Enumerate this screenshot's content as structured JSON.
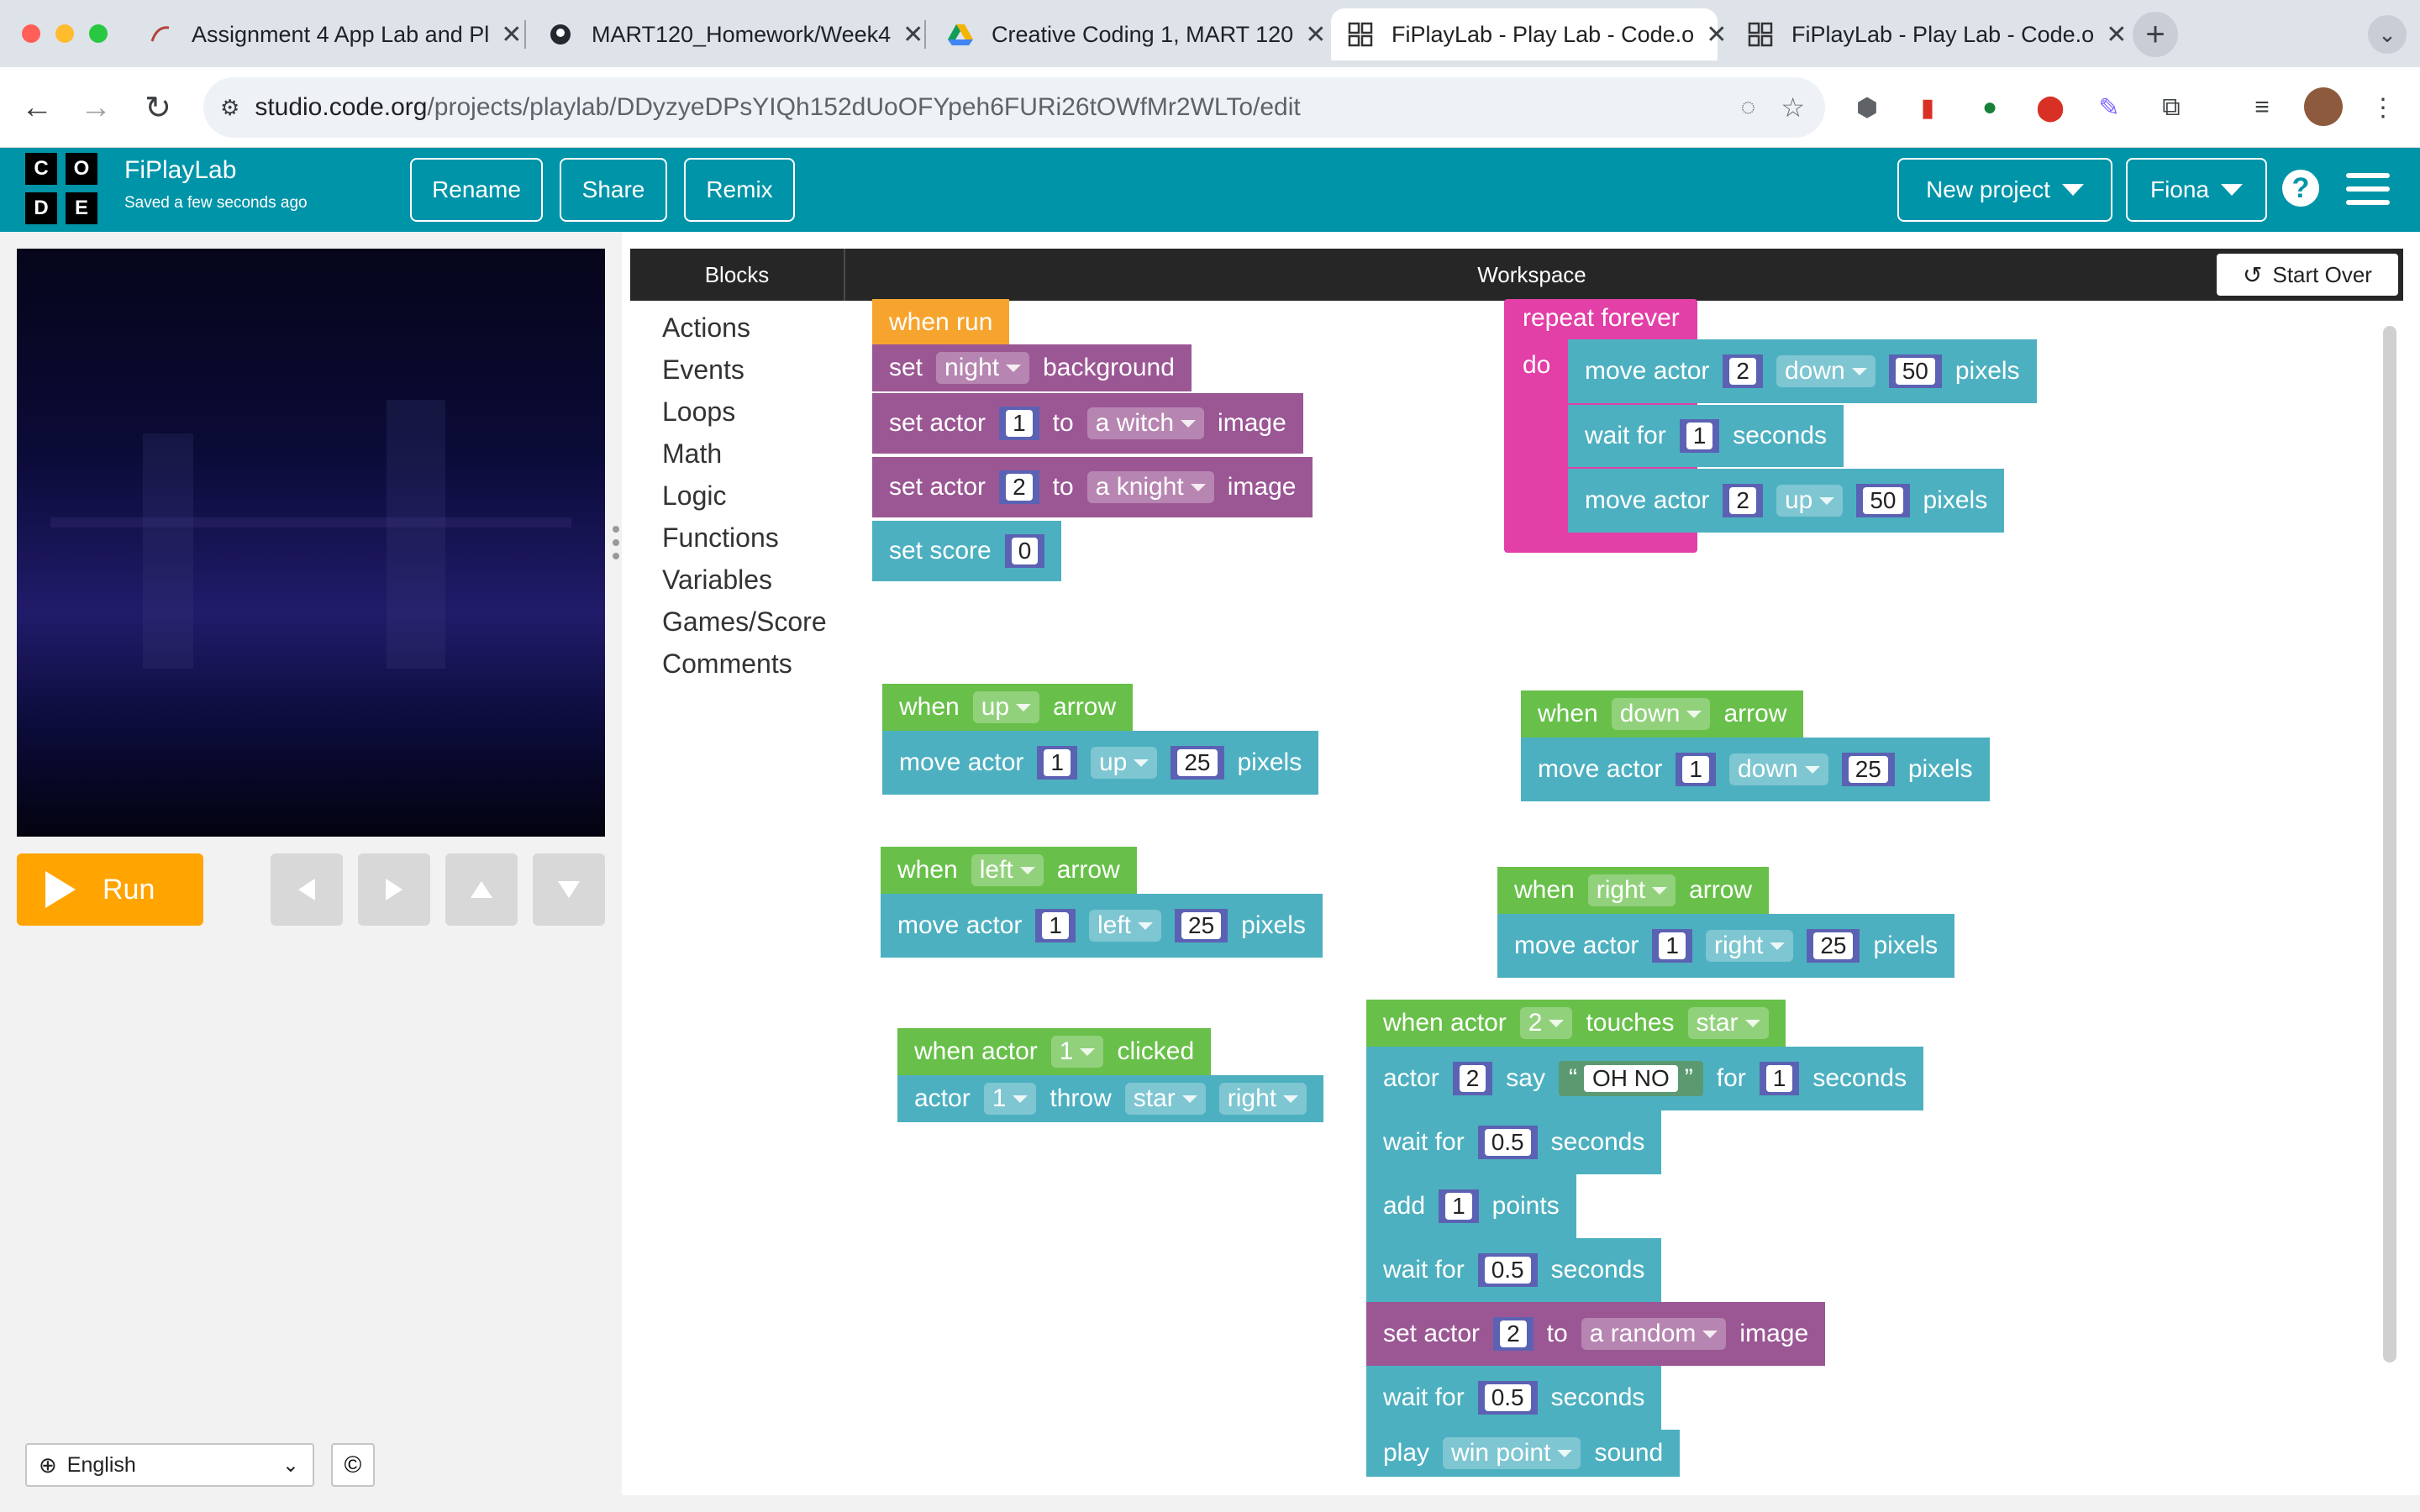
{
  "browser": {
    "tabs": [
      {
        "title": "Assignment 4 App Lab and Pl",
        "icon": "canvas-icon"
      },
      {
        "title": "MART120_Homework/Week4",
        "icon": "github-icon"
      },
      {
        "title": "Creative Coding 1, MART 120",
        "icon": "drive-icon"
      },
      {
        "title": "FiPlayLab - Play Lab - Code.o",
        "icon": "codeorg-icon",
        "active": true
      },
      {
        "title": "FiPlayLab - Play Lab - Code.o",
        "icon": "codeorg-icon"
      }
    ],
    "url_host": "studio.code.org",
    "url_path": "/projects/playlab/DDyzyeDPsYIQh152dUoOFYpeh6FURi26tOWfMr2WLTo/edit"
  },
  "header": {
    "logo_letters": [
      "C",
      "O",
      "D",
      "E"
    ],
    "project_name": "FiPlayLab",
    "saved_status": "Saved a few seconds ago",
    "rename_label": "Rename",
    "share_label": "Share",
    "remix_label": "Remix",
    "new_project_label": "New project",
    "user_label": "Fiona",
    "help_label": "?"
  },
  "controls": {
    "run_label": "Run",
    "language": "English",
    "copyright_symbol": "©"
  },
  "editor": {
    "blocks_tab": "Blocks",
    "workspace_tab": "Workspace",
    "start_over_label": "Start Over",
    "categories": [
      "Actions",
      "Events",
      "Loops",
      "Math",
      "Logic",
      "Functions",
      "Variables",
      "Games/Score",
      "Comments"
    ]
  },
  "blocks": {
    "run_group": {
      "when_run": "when run",
      "set_bg": {
        "pre": "set",
        "dd": "night",
        "post": "background"
      },
      "set_actor1": {
        "pre": "set actor",
        "num": "1",
        "mid": "to",
        "dd": "a witch",
        "post": "image"
      },
      "set_actor2": {
        "pre": "set actor",
        "num": "2",
        "mid": "to",
        "dd": "a knight",
        "post": "image"
      },
      "set_score": {
        "pre": "set score",
        "num": "0"
      }
    },
    "forever_group": {
      "repeat": "repeat forever",
      "do": "do",
      "move1": {
        "pre": "move actor",
        "num": "2",
        "dd": "down",
        "dist": "50",
        "post": "pixels"
      },
      "wait": {
        "pre": "wait for",
        "num": "1",
        "post": "seconds"
      },
      "move2": {
        "pre": "move actor",
        "num": "2",
        "dd": "up",
        "dist": "50",
        "post": "pixels"
      }
    },
    "up_group": {
      "when": "when",
      "dd": "up",
      "post": "arrow",
      "move": {
        "pre": "move actor",
        "num": "1",
        "dd": "up",
        "dist": "25",
        "post": "pixels"
      }
    },
    "down_group": {
      "when": "when",
      "dd": "down",
      "post": "arrow",
      "move": {
        "pre": "move actor",
        "num": "1",
        "dd": "down",
        "dist": "25",
        "post": "pixels"
      }
    },
    "left_group": {
      "when": "when",
      "dd": "left",
      "post": "arrow",
      "move": {
        "pre": "move actor",
        "num": "1",
        "dd": "left",
        "dist": "25",
        "post": "pixels"
      }
    },
    "right_group": {
      "when": "when",
      "dd": "right",
      "post": "arrow",
      "move": {
        "pre": "move actor",
        "num": "1",
        "dd": "right",
        "dist": "25",
        "post": "pixels"
      }
    },
    "clicked_group": {
      "pre": "when actor",
      "dd": "1",
      "post": "clicked",
      "throw": {
        "pre": "actor",
        "dd_actor": "1",
        "mid": "throw",
        "dd_item": "star",
        "dd_dir": "right"
      }
    },
    "touch_group": {
      "head": {
        "pre": "when actor",
        "dd": "2",
        "mid": "touches",
        "dd2": "star"
      },
      "say": {
        "pre": "actor",
        "num": "2",
        "mid": "say",
        "open_quote": "“",
        "text": "OH NO",
        "close_quote": "”",
        "for": "for",
        "secs": "1",
        "post": "seconds"
      },
      "wait1": {
        "pre": "wait for",
        "num": "0.5",
        "post": "seconds"
      },
      "add": {
        "pre": "add",
        "num": "1",
        "post": "points"
      },
      "wait2": {
        "pre": "wait for",
        "num": "0.5",
        "post": "seconds"
      },
      "set_actor": {
        "pre": "set actor",
        "num": "2",
        "mid": "to",
        "dd": "a random",
        "post": "image"
      },
      "wait3": {
        "pre": "wait for",
        "num": "0.5",
        "post": "seconds"
      },
      "play": {
        "pre": "play",
        "dd": "win point",
        "post": "sound"
      }
    }
  },
  "colors": {
    "header_teal": "#0094a8",
    "event_green": "#68c04a",
    "run_orange": "#f7a42e",
    "action_teal": "#4db0c0",
    "image_purple": "#9b5794",
    "loop_pink": "#e23fa7",
    "run_button": "#ffa400"
  }
}
